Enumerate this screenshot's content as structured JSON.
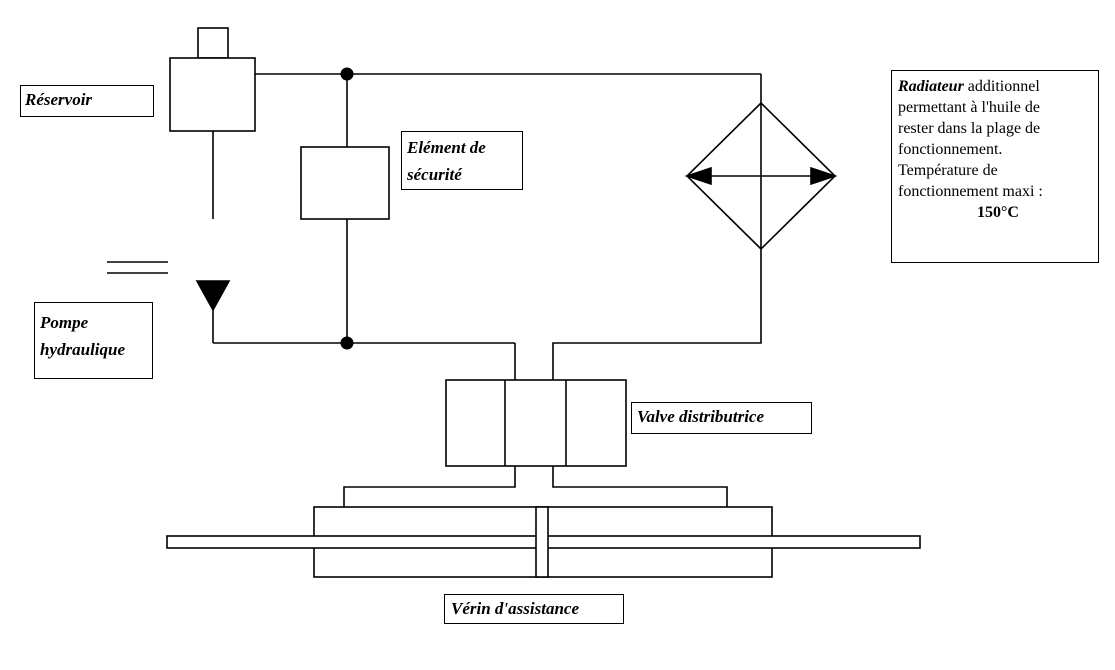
{
  "labels": {
    "reservoir": "Réservoir",
    "security_line1": "Elément de",
    "security_line2": "sécurité",
    "pump_line1": "Pompe",
    "pump_line2": "hydraulique",
    "valve": "Valve distributrice",
    "cylinder": "Vérin d'assistance"
  },
  "radiator_note": {
    "title": "Radiateur",
    "line1_rest": " additionnel",
    "line2": "permettant à l'huile de",
    "line3": "rester dans la plage de",
    "line4": "fonctionnement.",
    "line5": "Température de",
    "line6": "fonctionnement maxi :",
    "temperature": "150°C"
  },
  "colors": {
    "line": "#000000",
    "background": "#ffffff"
  }
}
